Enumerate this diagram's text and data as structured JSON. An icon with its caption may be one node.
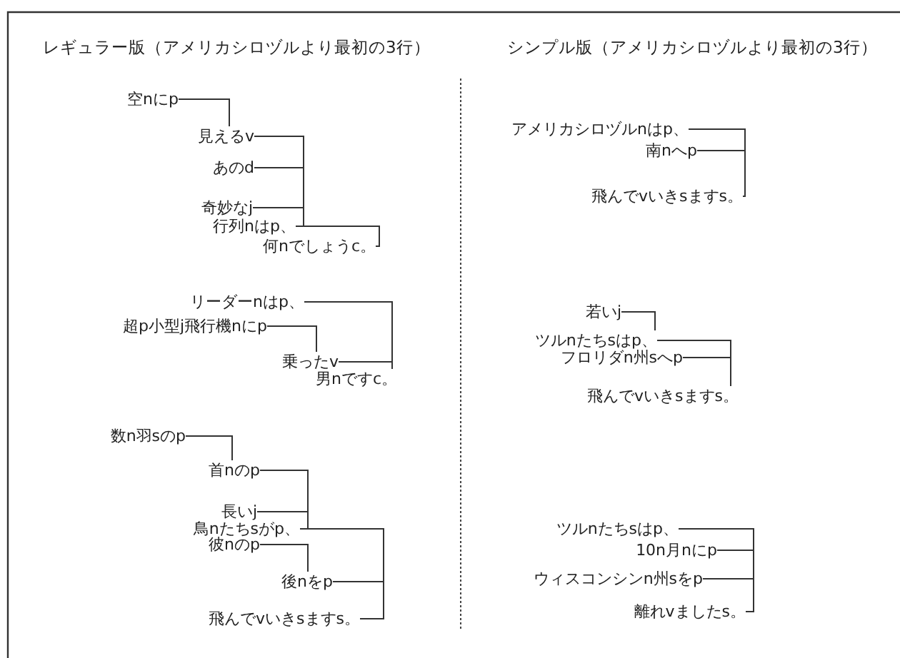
{
  "diagram": {
    "nodes": [
      {
        "text": [
          "空nにp"
        ]
      },
      {
        "text": [
          "見えるv"
        ]
      },
      {
        "text": [
          "あのd"
        ]
      },
      {
        "text": [
          "奇妙なj"
        ]
      },
      {
        "text": [
          "行列nはp、"
        ]
      },
      {
        "text": [
          "何nでしょうc。"
        ]
      },
      {
        "text": [
          "リーダーnはp、"
        ]
      },
      {
        "text": [
          "超p小型j飛行機nにp"
        ]
      },
      {
        "text": [
          "乗ったv"
        ]
      },
      {
        "text": [
          "男nですc。"
        ]
      },
      {
        "text": [
          "数n羽sのp"
        ]
      },
      {
        "text": [
          "首nのp"
        ]
      },
      {
        "text": [
          "長いj"
        ]
      },
      {
        "text": [
          "鳥nたちsがp、"
        ]
      },
      {
        "text": [
          "彼nのp"
        ]
      },
      {
        "text": [
          "後nをp"
        ]
      },
      {
        "text": [
          "飛んでvいきsますs。"
        ]
      },
      {
        "text": [
          "アメリカシロヅルnはp、"
        ]
      },
      {
        "text": [
          "南nへp"
        ]
      },
      {
        "text": [
          "飛んでvいきsますs。"
        ]
      },
      {
        "text": [
          "若いj"
        ]
      },
      {
        "text": [
          "ツルnたちsはp、"
        ]
      },
      {
        "text": [
          "フロリダn州sへp"
        ]
      },
      {
        "text": [
          "飛んでvいきsますs。"
        ]
      },
      {
        "text": [
          "ツルnたちsはp、"
        ]
      },
      {
        "text": [
          "10n月nにp"
        ]
      },
      {
        "text": [
          "ウィスコンシンn州sをp"
        ]
      },
      {
        "text": [
          "離れvましたs。"
        ]
      }
    ],
    "edges": [
      {
        "from": 0,
        "to": 1,
        "arrow": "none"
      },
      {
        "from": 1,
        "to": 4,
        "arrow": "none"
      },
      {
        "from": 2,
        "to": 4,
        "arrow": "none"
      },
      {
        "from": 3,
        "to": 4,
        "arrow": "none"
      },
      {
        "from": 4,
        "to": 5,
        "arrow": "none"
      },
      {
        "from": 6,
        "to": 9,
        "arrow": "none"
      },
      {
        "from": 7,
        "to": 8,
        "arrow": "none"
      },
      {
        "from": 8,
        "to": 9,
        "arrow": "none"
      },
      {
        "from": 10,
        "to": 11,
        "arrow": "none"
      },
      {
        "from": 11,
        "to": 13,
        "arrow": "none"
      },
      {
        "from": 12,
        "to": 13,
        "arrow": "none"
      },
      {
        "from": 13,
        "to": 16,
        "arrow": "none"
      },
      {
        "from": 14,
        "to": 15,
        "arrow": "none"
      },
      {
        "from": 15,
        "to": 16,
        "arrow": "none"
      },
      {
        "from": 17,
        "to": 19,
        "arrow": "none"
      },
      {
        "from": 18,
        "to": 19,
        "arrow": "none"
      },
      {
        "from": 20,
        "to": 21,
        "arrow": "none"
      },
      {
        "from": 21,
        "to": 23,
        "arrow": "none"
      },
      {
        "from": 22,
        "to": 23,
        "arrow": "none"
      },
      {
        "from": 24,
        "to": 27,
        "arrow": "none"
      },
      {
        "from": 25,
        "to": 27,
        "arrow": "none"
      },
      {
        "from": 26,
        "to": 27,
        "arrow": "none"
      }
    ],
    "labels": [
      "レギュラー版（アメリカシロヅルより最初の3行）",
      "シンプル版（アメリカシロヅルより最初の3行）"
    ]
  }
}
